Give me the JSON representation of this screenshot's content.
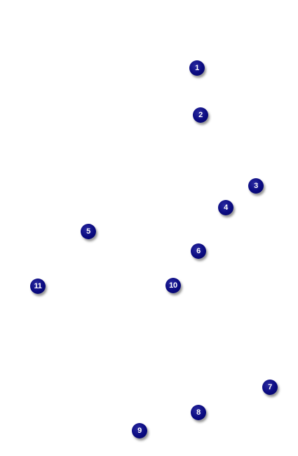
{
  "markers": [
    {
      "label": "1"
    },
    {
      "label": "2"
    },
    {
      "label": "3"
    },
    {
      "label": "4"
    },
    {
      "label": "5"
    },
    {
      "label": "6"
    },
    {
      "label": "7"
    },
    {
      "label": "8"
    },
    {
      "label": "9"
    },
    {
      "label": "10"
    },
    {
      "label": "11"
    }
  ],
  "colors": {
    "marker_fill": "#0a0a80",
    "marker_text": "#ffffff",
    "background": "#ffffff"
  }
}
